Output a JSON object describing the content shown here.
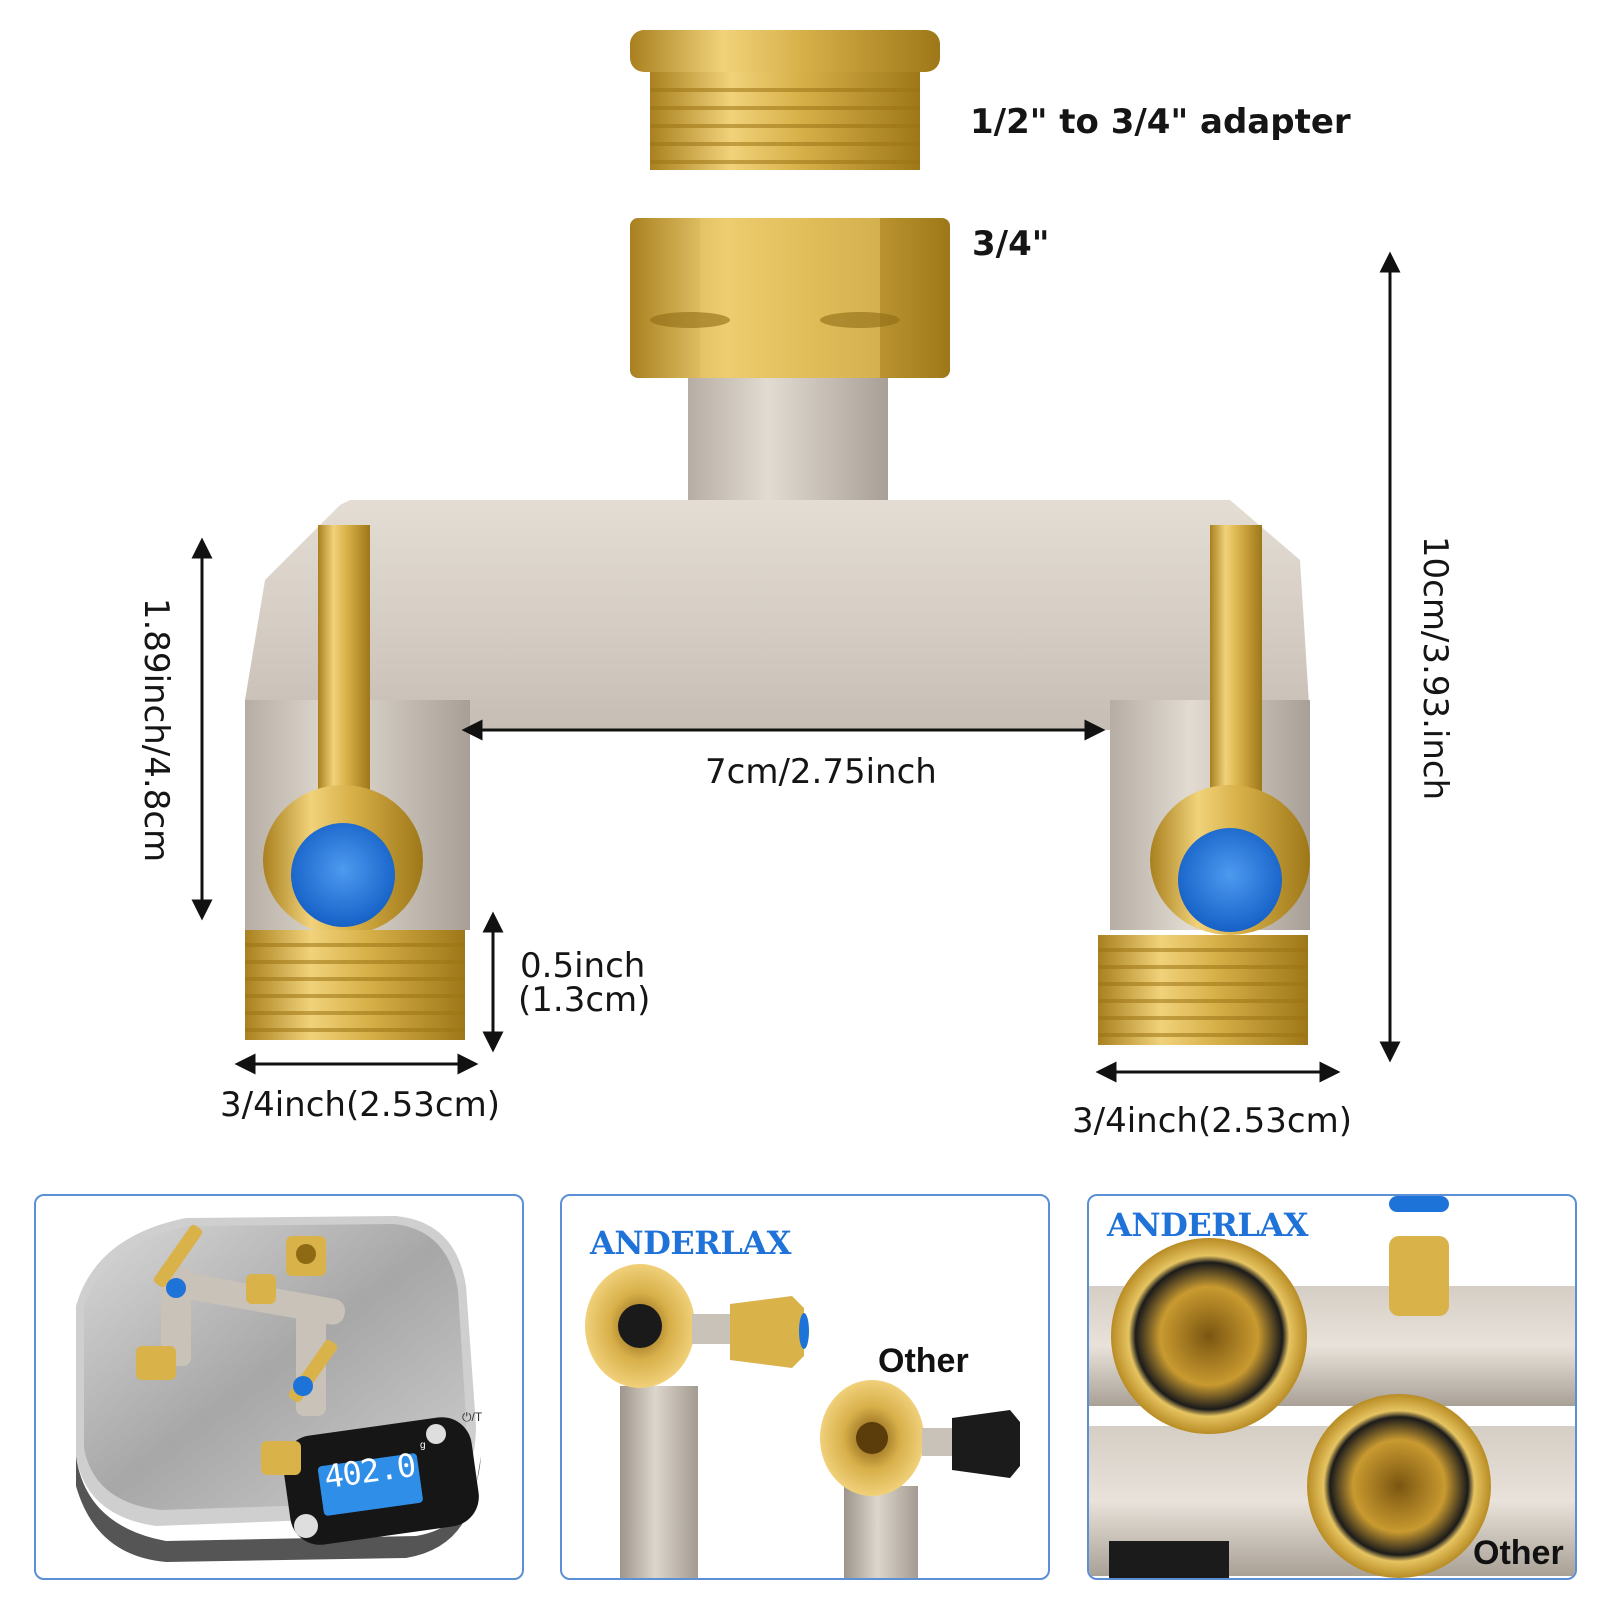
{
  "labels": {
    "adapter": "1/2\" to 3/4\" adapter",
    "inlet": "3/4\"",
    "total_height": "10cm/3.93.inch",
    "leg_height": "1.89inch/4.8cm",
    "spacing": "7cm/2.75inch",
    "thread_len_1": "0.5inch",
    "thread_len_2": "(1.3cm)",
    "outlet_left": "3/4inch(2.53cm)",
    "outlet_right": "3/4inch(2.53cm)"
  },
  "panels": {
    "scale_display": "402.0",
    "scale_unit": "g",
    "scale_tare": "⏻/T",
    "brand_mid": "ANDERLAX",
    "other_mid": "Other",
    "brand_right": "ANDERLAX",
    "other_right": "Other"
  },
  "colors": {
    "brass": "#d9b24a",
    "nickel": "#c9c2b8",
    "valve_blue": "#1e73d8",
    "panel_border": "#5b8fd6",
    "brand_blue": "#1f72d8"
  }
}
